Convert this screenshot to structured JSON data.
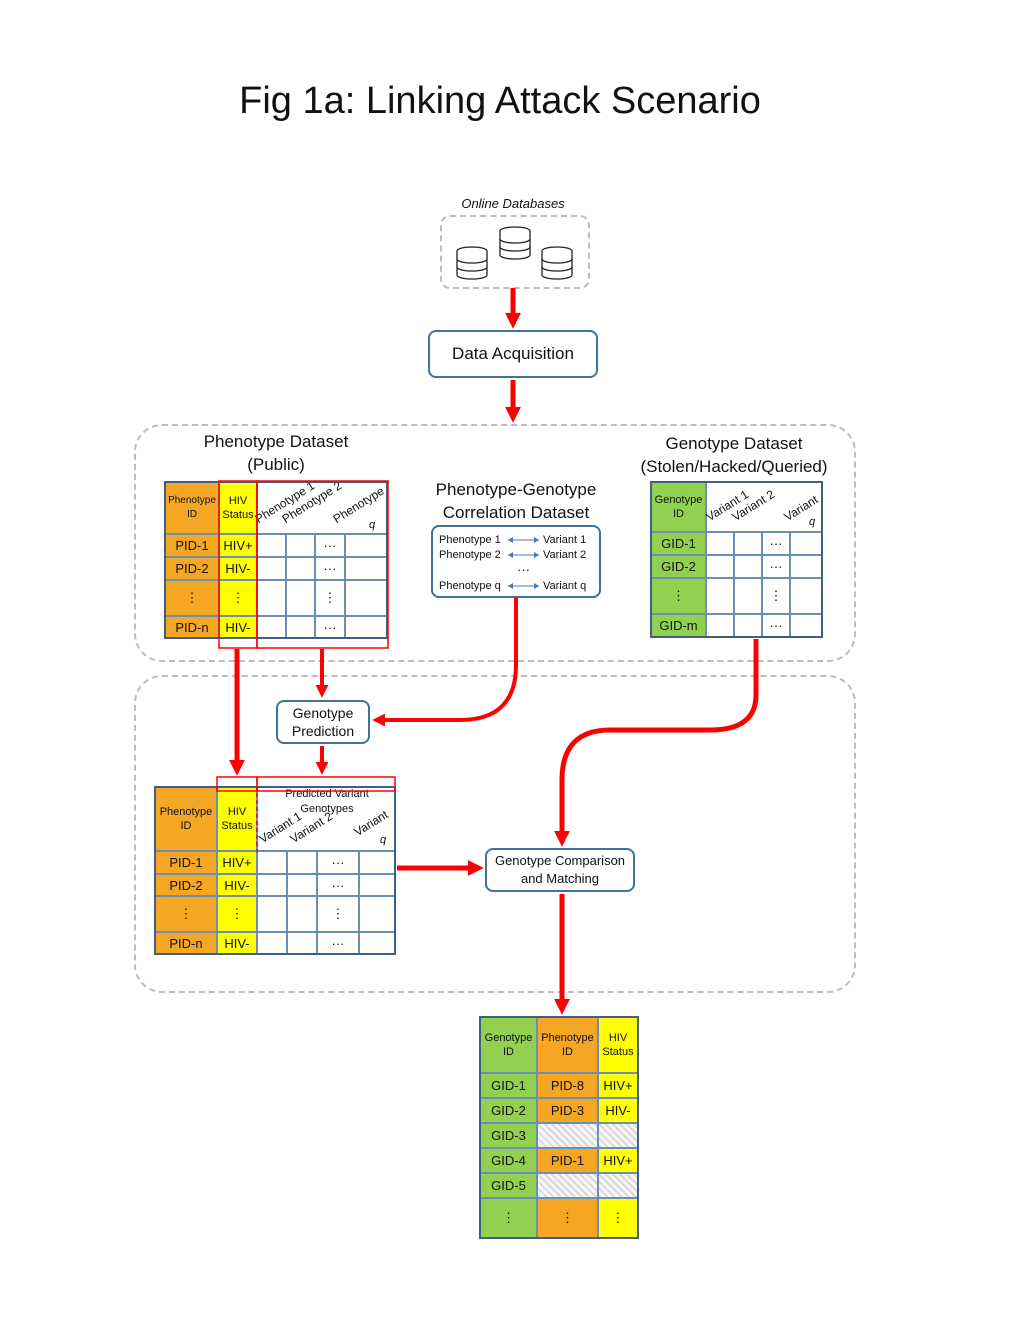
{
  "title": "Fig 1a: Linking Attack Scenario",
  "online_databases": {
    "label": "Online Databases",
    "icons": [
      "database-icon",
      "database-icon",
      "database-icon"
    ]
  },
  "data_acquisition": "Data Acquisition",
  "phenotype_dataset": {
    "title_line1": "Phenotype Dataset",
    "title_line2": "(Public)",
    "hdr_id_1": "Phenotype",
    "hdr_id_2": "ID",
    "hdr_hiv_1": "HIV",
    "hdr_hiv_2": "Status",
    "hdr_p1": "Phenotype 1",
    "hdr_p2": "Phenotype 2",
    "hdr_pq_1": "Phenotype",
    "hdr_pq_2": "q",
    "rows": [
      {
        "id": "PID-1",
        "hiv": "HIV+",
        "dots": "···"
      },
      {
        "id": "PID-2",
        "hiv": "HIV-",
        "dots": "···"
      },
      {
        "id": "⋮",
        "hiv": "⋮",
        "dots": "⋮"
      },
      {
        "id": "PID-n",
        "hiv": "HIV-",
        "dots": "···"
      }
    ]
  },
  "correlation": {
    "title_line1": "Phenotype-Genotype",
    "title_line2": "Correlation Dataset",
    "row1_left": "Phenotype 1",
    "row1_right": "Variant 1",
    "row2_left": "Phenotype 2",
    "row2_right": "Variant 2",
    "dots": "···",
    "row3_left": "Phenotype q",
    "row3_right": "Variant q"
  },
  "genotype_dataset": {
    "title_line1": "Genotype Dataset",
    "title_line2": "(Stolen/Hacked/Queried)",
    "hdr_id_1": "Genotype",
    "hdr_id_2": "ID",
    "hdr_v1": "Variant 1",
    "hdr_v2": "Variant 2",
    "hdr_vq_1": "Variant",
    "hdr_vq_2": "q",
    "rows": [
      {
        "id": "GID-1",
        "dots": "···"
      },
      {
        "id": "GID-2",
        "dots": "···"
      },
      {
        "id": "⋮",
        "dots": "⋮"
      },
      {
        "id": "GID-m",
        "dots": "···"
      }
    ]
  },
  "genotype_prediction": {
    "line1": "Genotype",
    "line2": "Prediction"
  },
  "predicted_table": {
    "hdr_id_1": "Phenotype",
    "hdr_id_2": "ID",
    "hdr_hiv_1": "HIV",
    "hdr_hiv_2": "Status",
    "hdr_pred_1": "Predicted Variant",
    "hdr_pred_2": "Genotypes",
    "hdr_v1": "Variant 1",
    "hdr_v2": "Variant 2",
    "hdr_vq_1": "Variant",
    "hdr_vq_2": "q",
    "rows": [
      {
        "id": "PID-1",
        "hiv": "HIV+",
        "dots": "···"
      },
      {
        "id": "PID-2",
        "hiv": "HIV-",
        "dots": "···"
      },
      {
        "id": "⋮",
        "hiv": "⋮",
        "dots": "⋮"
      },
      {
        "id": "PID-n",
        "hiv": "HIV-",
        "dots": "···"
      }
    ]
  },
  "comparison": {
    "line1": "Genotype Comparison",
    "line2": "and Matching"
  },
  "result_table": {
    "hdr_gid_1": "Genotype",
    "hdr_gid_2": "ID",
    "hdr_pid_1": "Phenotype",
    "hdr_pid_2": "ID",
    "hdr_hiv_1": "HIV",
    "hdr_hiv_2": "Status",
    "rows": [
      {
        "gid": "GID-1",
        "pid": "PID-8",
        "hiv": "HIV+"
      },
      {
        "gid": "GID-2",
        "pid": "PID-3",
        "hiv": "HIV-"
      },
      {
        "gid": "GID-3",
        "pid": "",
        "hiv": ""
      },
      {
        "gid": "GID-4",
        "pid": "PID-1",
        "hiv": "HIV+"
      },
      {
        "gid": "GID-5",
        "pid": "",
        "hiv": ""
      },
      {
        "gid": "⋮",
        "pid": "⋮",
        "hiv": "⋮"
      }
    ]
  },
  "colors": {
    "arrow": "#ff0000",
    "box_border": "#41719c",
    "orange": "#f5a623",
    "yellow": "#ffff00",
    "green": "#92d050"
  }
}
